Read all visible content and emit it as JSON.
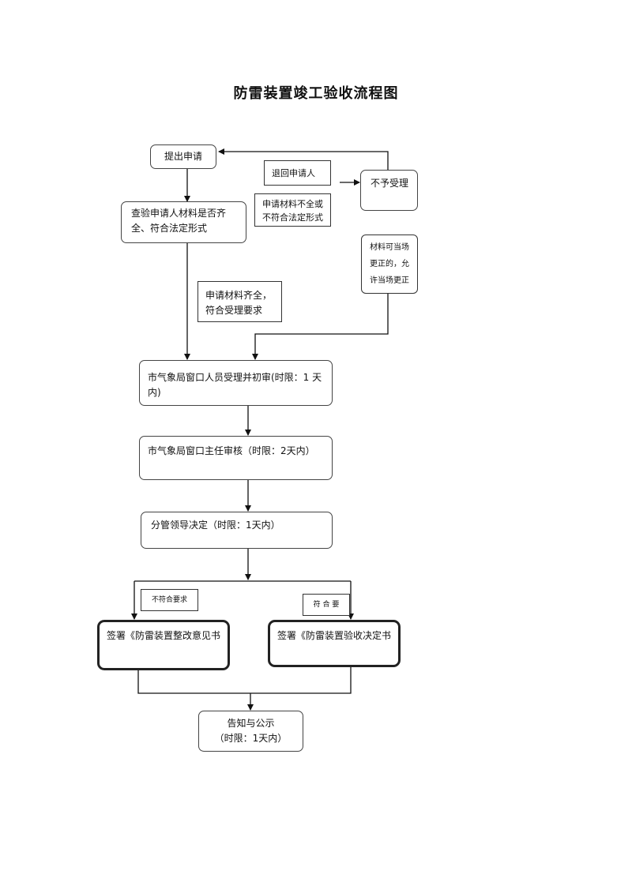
{
  "title": "防雷装置竣工验收流程图",
  "nodes": {
    "submit": "提出申请",
    "check_line1": "查验申请人材料是否齐",
    "check_line2": "全、符合法定形式",
    "reject": "不予受理",
    "window_line1": "市气象局窗口人员受理并初审(时限：1 天",
    "window_line2": "内)",
    "director": "市气象局窗口主任审核（时限：2天内）",
    "leader": "分管领导决定（时限：1天内）",
    "rectify": "签署《防雷装置整改意见书",
    "accept": "签署《防雷装置验收决定书",
    "notify_line1": "告知与公示",
    "notify_line2": "（时限：1天内）"
  },
  "notes": {
    "return_applicant": "退回申请人",
    "incomplete_line1": "申请材料不全或",
    "incomplete_line2": "不符合法定形式",
    "complete_line1": "申请材料齐全，",
    "complete_line2": "符合受理要求",
    "correct_line1": "材料可当场",
    "correct_line2": "更正的，允",
    "correct_line3": "许当场更正",
    "not_meet": "不符合要求",
    "meet": "符 合 要"
  }
}
